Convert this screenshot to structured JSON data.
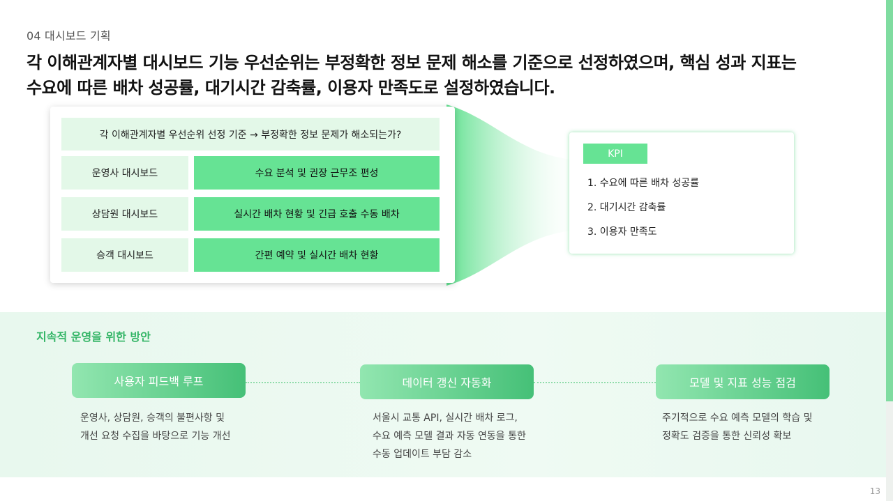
{
  "section_label": "04 대시보드 기획",
  "headline": {
    "line1": "각 이해관계자별 대시보드 기능 우선순위는 부정확한 정보 문제 해소를 기준으로 선정하였으며, 핵심 성과 지표는",
    "line2": "수요에 따른 배차 성공률, 대기시간 감축률, 이용자 만족도로 설정하였습니다."
  },
  "priority": {
    "criteria": "각 이해관계자별 우선순위 선정 기준 → 부정확한 정보 문제가 해소되는가?",
    "rows": [
      {
        "name": "운영사 대시보드",
        "desc": "수요 분석 및 권장 근무조 편성"
      },
      {
        "name": "상담원 대시보드",
        "desc": "실시간 배차 현황 및 긴급 호출 수동 배차"
      },
      {
        "name": "승객 대시보드",
        "desc": "간편 예약 및 실시간 배차 현황"
      }
    ]
  },
  "kpi": {
    "tag": "KPI",
    "items": [
      "1. 수요에 따른 배차 성공률",
      "2. 대기시간 감축률",
      "3. 이용자 만족도"
    ]
  },
  "sustain": {
    "title": "지속적 운영을 위한 방안",
    "steps": [
      {
        "label": "사용자 피드백 루프",
        "lines": [
          "운영사, 상담원, 승객의 불편사항 및",
          "개선 요청 수집을 바탕으로 기능 개선"
        ]
      },
      {
        "label": "데이터 갱신 자동화",
        "lines": [
          "서울시 교통 API, 실시간 배차 로그,",
          "수요 예측 모델 결과 자동 연동을 통한",
          "수동 업데이트 부담 감소"
        ]
      },
      {
        "label": "모델 및 지표 성능 점검",
        "lines": [
          "주기적으로 수요 예측 모델의 학습 및",
          "정확도 검증을 통한 신뢰성 확보"
        ]
      }
    ]
  },
  "page_number": "13",
  "colors": {
    "accent": "#66e394",
    "accent_dark": "#45c077",
    "light_green": "#e3f8e8",
    "title_green": "#33b566"
  }
}
